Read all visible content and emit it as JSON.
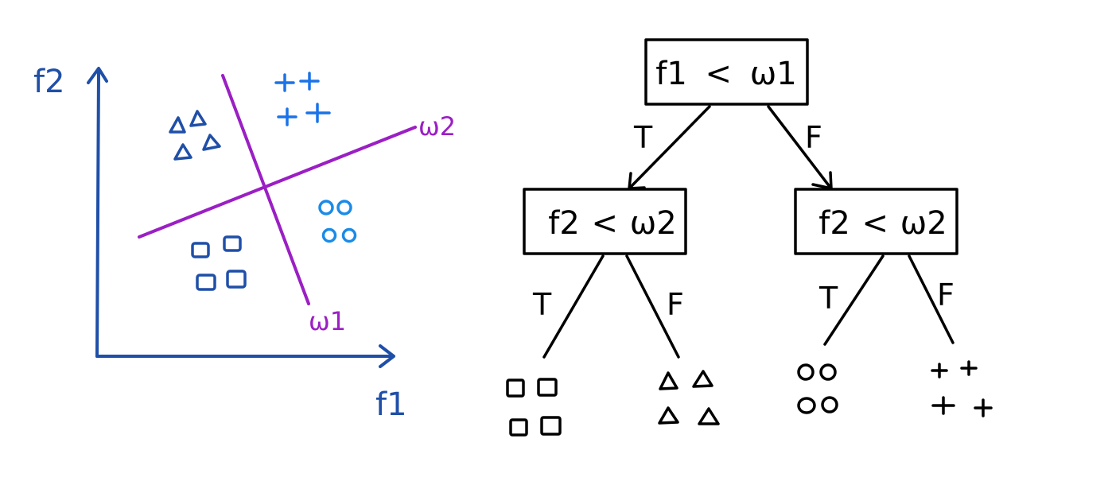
{
  "colors": {
    "axis": "#1f4fa8",
    "boundary": "#9b1fc4",
    "plus_marks": "#1a73e8",
    "circle_marks": "#1a8be8",
    "tree_ink": "#000000"
  },
  "scatter": {
    "y_axis_label": "f2",
    "x_axis_label": "f1",
    "boundary_w1_label": "ω1",
    "boundary_w2_label": "ω2"
  },
  "tree": {
    "root": {
      "feature": "f1",
      "op": "<",
      "threshold": "ω1"
    },
    "left_node": {
      "feature": "f2",
      "op": "<",
      "threshold": "ω2"
    },
    "right_node": {
      "feature": "f2",
      "op": "<",
      "threshold": "ω2"
    },
    "branch_true": "T",
    "branch_false": "F"
  }
}
